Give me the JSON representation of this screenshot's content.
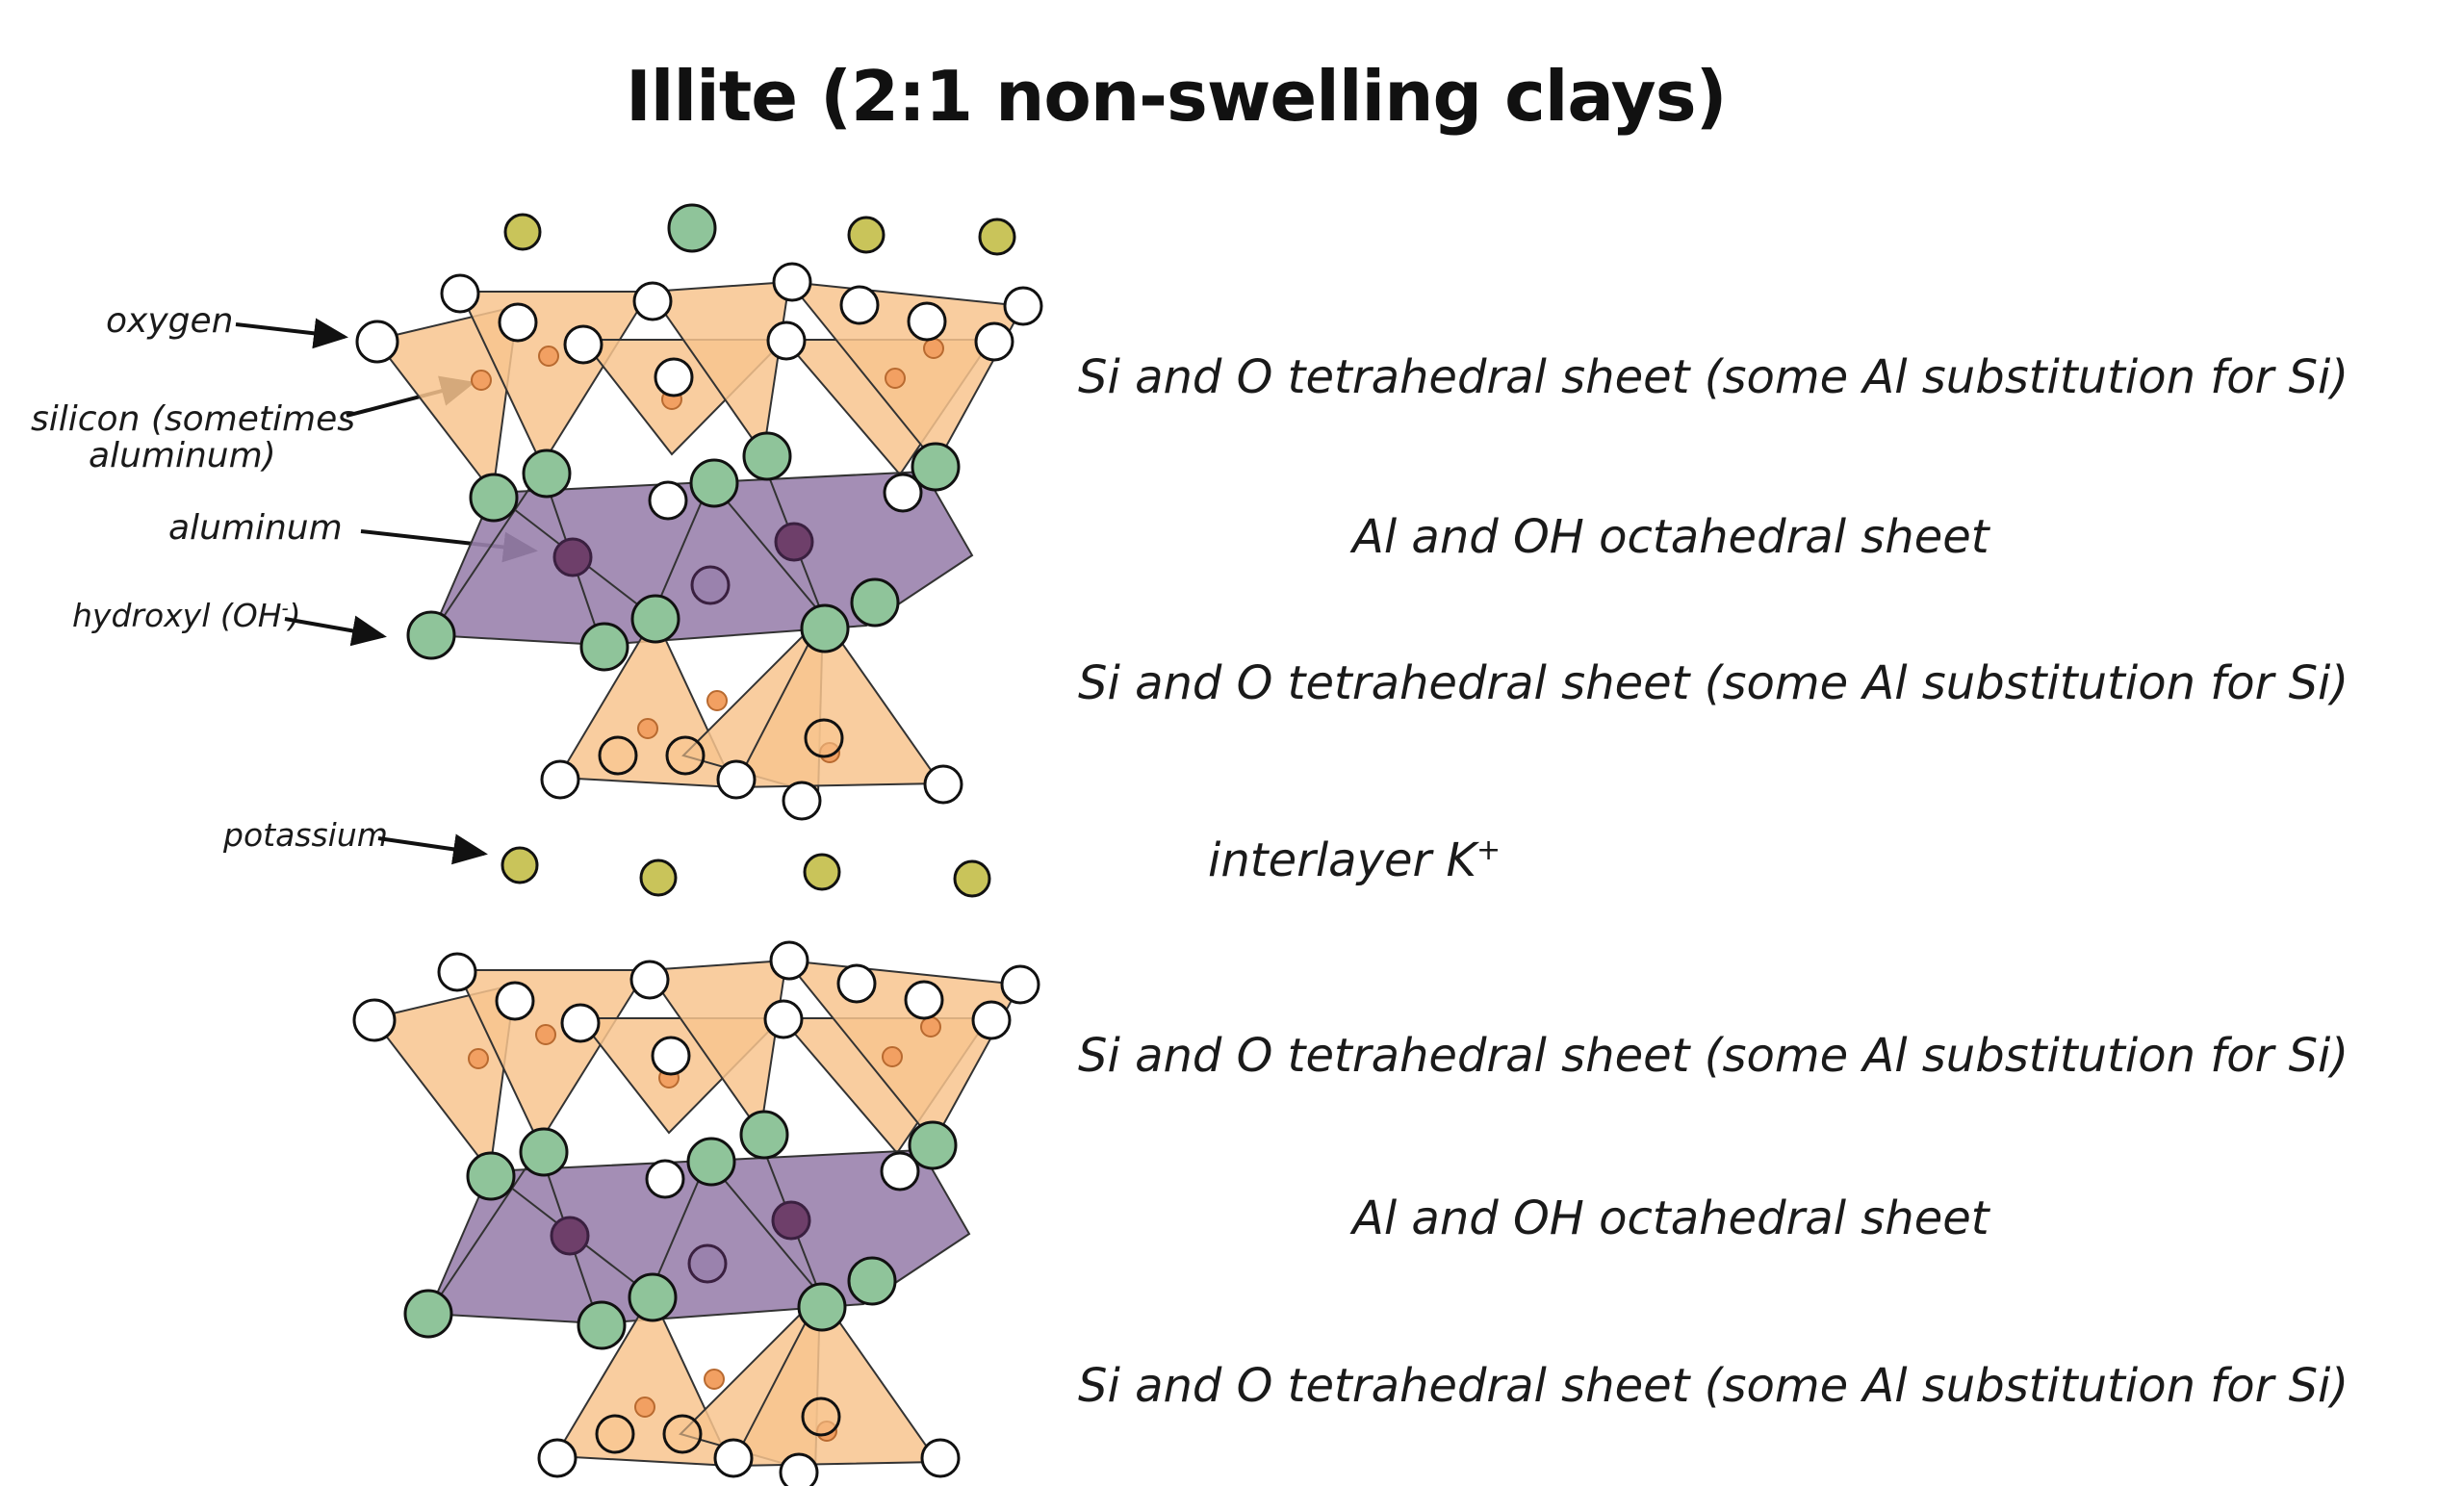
{
  "title": "Illite (2:1 non-swelling clays)",
  "annotations": {
    "oxygen": "oxygen",
    "silicon_line1": "silicon (sometimes",
    "silicon_line2": "aluminum)",
    "aluminum": "aluminum",
    "hydroxyl_prefix": "hydroxyl (OH",
    "hydroxyl_sup": "-",
    "hydroxyl_suffix": ")",
    "potassium": "potassium"
  },
  "layer_descriptions": {
    "tetra_sheet_1": "Si and O tetrahedral sheet (some Al substitution for Si)",
    "octa_sheet_1": "Al and OH octahedral sheet",
    "tetra_sheet_2": "Si and O tetrahedral sheet (some Al substitution for Si)",
    "interlayer_prefix": "interlayer K",
    "interlayer_sup": "+",
    "tetra_sheet_3": "Si and O tetrahedral sheet (some Al substitution for Si)",
    "octa_sheet_2": "Al and OH octahedral sheet",
    "tetra_sheet_4": "Si and O tetrahedral sheet (some Al substitution for Si)"
  },
  "colors": {
    "tetrahedra": "#f8c48e",
    "octahedra": "#9a82ad",
    "oxygen": "#ffffff",
    "silicon": "#f2a062",
    "aluminum": "#6e3f6a",
    "hydroxyl": "#8fc49a",
    "potassium": "#c9c45a"
  }
}
